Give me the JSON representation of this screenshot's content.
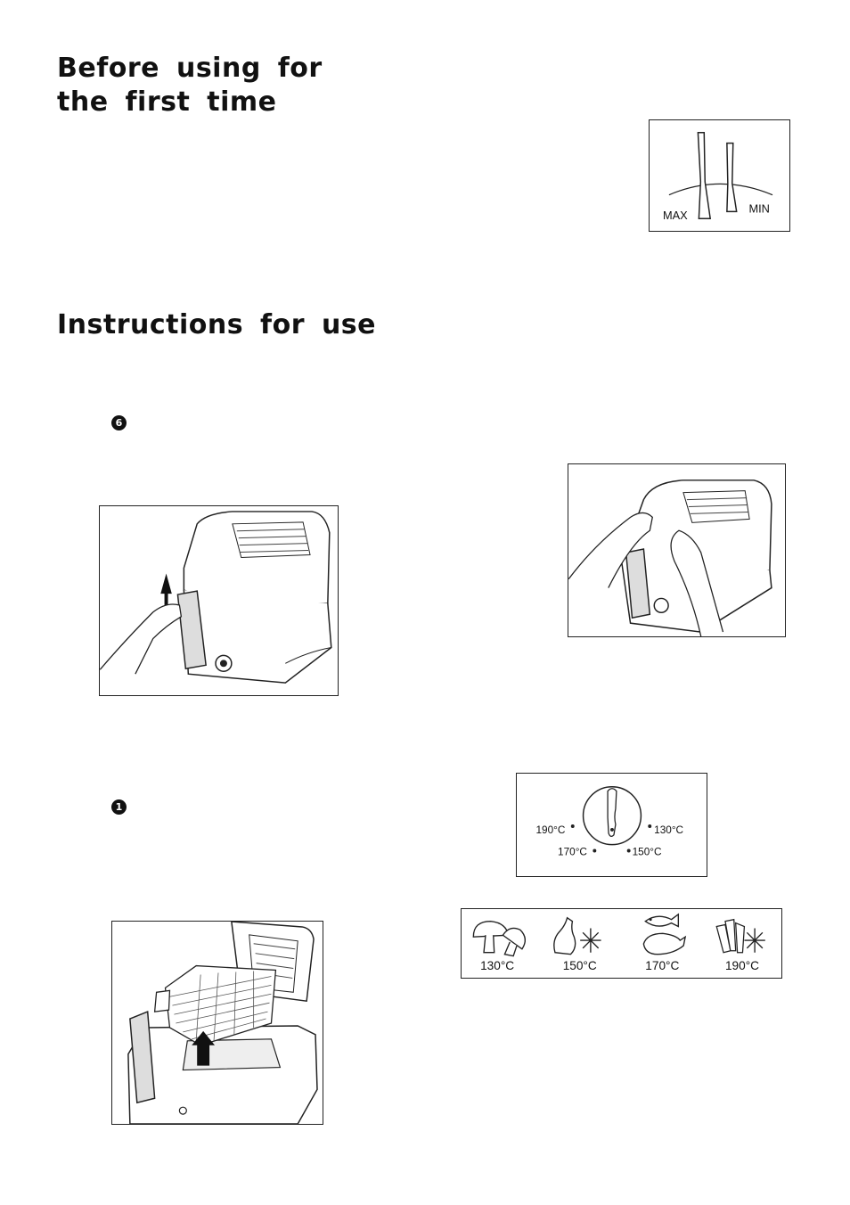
{
  "headings": {
    "before_first_use": "Before using for the first time",
    "instructions": "Instructions for use"
  },
  "badges": {
    "step_lid": "6",
    "step_basket": "1"
  },
  "level_gauge": {
    "max_label": "MAX",
    "min_label": "MIN"
  },
  "thermostat": {
    "settings": [
      "190°C",
      "130°C",
      "170°C",
      "150°C"
    ]
  },
  "food_guide": {
    "items": [
      {
        "icon": "mushroom-icon",
        "temp": "130°C"
      },
      {
        "icon": "frozen-poultry-icon",
        "temp": "150°C"
      },
      {
        "icon": "fish-chicken-icon",
        "temp": "170°C"
      },
      {
        "icon": "frozen-fries-icon",
        "temp": "190°C"
      }
    ]
  }
}
